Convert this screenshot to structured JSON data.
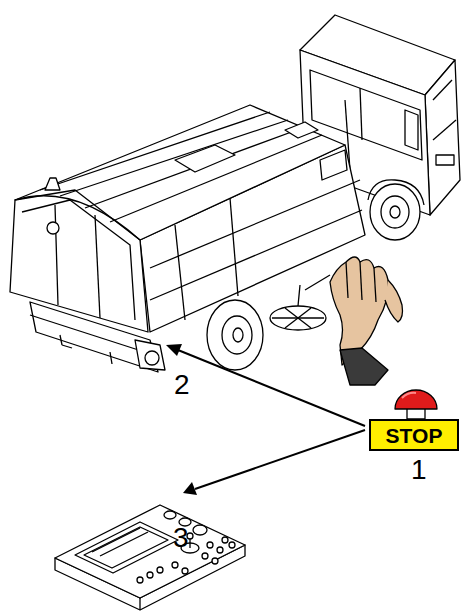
{
  "diagram": {
    "nodes": [
      {
        "text": [
          "STOP"
        ]
      }
    ],
    "labels": [
      "2",
      "1",
      "3"
    ]
  }
}
